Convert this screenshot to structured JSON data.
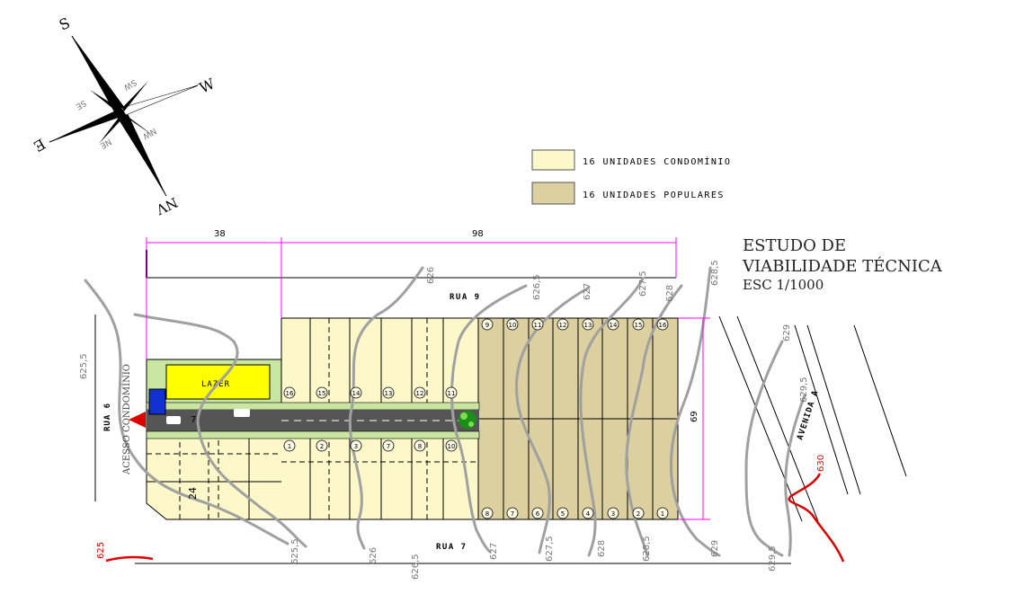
{
  "compass": {
    "n": "NV",
    "s": "S",
    "e": "E",
    "w": "W",
    "ne": "NE",
    "nw": "NW",
    "se": "SE",
    "sw": "SW"
  },
  "legend": [
    {
      "label": "16 UNIDADES CONDOMÍNIO",
      "color": "#fdf8c9"
    },
    {
      "label": "16 UNIDADES  POPULARES",
      "color": "#dccfa0"
    }
  ],
  "title": {
    "line1": "ESTUDO DE",
    "line2": "VIABILIDADE TÉCNICA",
    "line3": "ESC 1/1000"
  },
  "dimensions": {
    "top_left": "38",
    "top_right": "98",
    "right_side": "69",
    "small_h": "7",
    "small_v": "24"
  },
  "streets": {
    "north": "RUA 9",
    "south": "RUA 7",
    "west": "RUA 6",
    "east": "AVENIDA A",
    "access": "ACESSO CONDOMÍNIO"
  },
  "leisure_label": "LAZER",
  "contours_top": [
    "626",
    "626,5",
    "627",
    "627,5",
    "628",
    "628,5",
    "629"
  ],
  "contours_bottom": [
    "625,5",
    "626",
    "626,5",
    "627",
    "627,5",
    "628",
    "628,5",
    "629",
    "629,5"
  ],
  "contour_left": "625,5",
  "contour_right": [
    "629",
    "629,5"
  ],
  "red_labels": [
    "625",
    "630"
  ],
  "lot_numbers": {
    "popular_top": [
      "9",
      "10",
      "11",
      "12",
      "13",
      "14",
      "15",
      "16"
    ],
    "popular_bottom": [
      "8",
      "7",
      "6",
      "5",
      "4",
      "3",
      "2",
      "1"
    ],
    "condo_upper": [
      "16",
      "15",
      "14",
      "13",
      "12",
      "11"
    ],
    "condo_lower": [
      "1",
      "2",
      "3",
      "7",
      "8",
      "10"
    ]
  },
  "colors": {
    "condo": "#fdf8c9",
    "popular": "#dccfa0",
    "leisure_bg": "#c8e6a0",
    "leisure": "#ffff00",
    "road": "#555555",
    "dimension": "#ff00ff",
    "contour": "#a0a0a0",
    "accent_red": "#dd0000",
    "gate_blue": "#1030d0"
  }
}
